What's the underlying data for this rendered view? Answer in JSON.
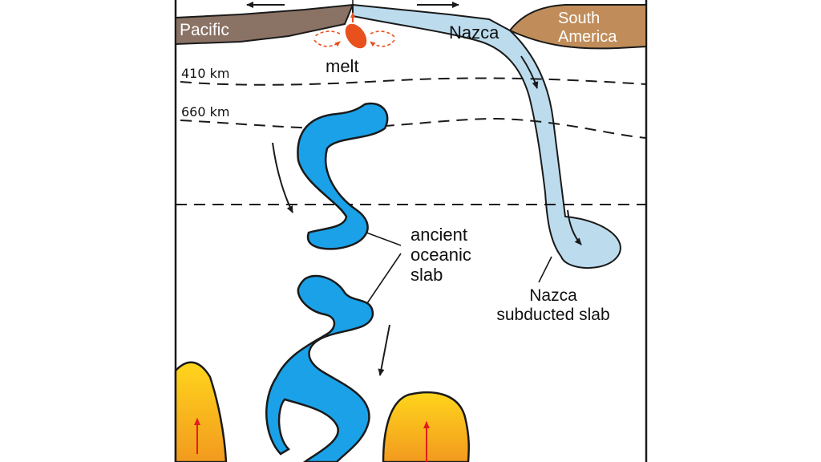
{
  "labels": {
    "pacific": "Pacific",
    "nazca": "Nazca",
    "south_america_line1": "South",
    "south_america_line2": "America",
    "melt": "melt",
    "depth_410": "410 km",
    "depth_660": "660 km",
    "ancient_line1": "ancient",
    "ancient_line2": "oceanic",
    "ancient_line3": "slab",
    "subducted_line1": "Nazca",
    "subducted_line2": "subducted slab"
  },
  "colors": {
    "pacific_plate": "#8a7265",
    "nazca_plate": "#bcdcee",
    "south_america": "#c08d5a",
    "ancient_slab": "#1aa1e8",
    "melt": "#e8501e",
    "plume_top": "#ffd21a",
    "plume_bottom": "#f29a1e",
    "plume_arrow": "#e01e1e",
    "outline": "#1a1a1a"
  }
}
